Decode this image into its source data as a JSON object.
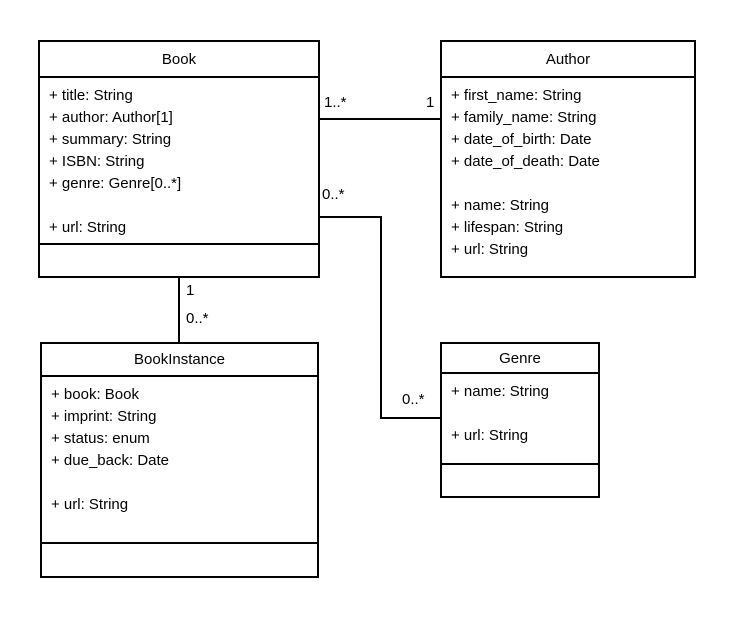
{
  "diagram": {
    "kind": "uml-class-diagram",
    "colors": {
      "background": "#ffffff",
      "stroke": "#000000",
      "text": "#000000"
    },
    "classes": {
      "book": {
        "title": "Book",
        "attributes": [
          "+ title: String",
          "+ author: Author[1]",
          "+ summary: String",
          "+ ISBN: String",
          "+ genre: Genre[0..*]",
          "",
          "+ url: String"
        ]
      },
      "author": {
        "title": "Author",
        "attributes": [
          "+ first_name: String",
          "+ family_name: String",
          "+ date_of_birth: Date",
          "+ date_of_death: Date",
          "",
          "+ name: String",
          "+ lifespan: String",
          "+ url: String"
        ]
      },
      "bookinstance": {
        "title": "BookInstance",
        "attributes": [
          "+ book: Book",
          "+ imprint: String",
          "+ status: enum",
          "+ due_back: Date",
          "",
          "+ url: String"
        ]
      },
      "genre": {
        "title": "Genre",
        "attributes": [
          "+ name: String",
          "",
          "+ url: String"
        ]
      }
    },
    "relationships": [
      {
        "from": "Book",
        "to": "Author",
        "from_multiplicity": "1..*",
        "to_multiplicity": "1"
      },
      {
        "from": "Book",
        "to": "Genre",
        "from_multiplicity": "0..*",
        "to_multiplicity": "0..*"
      },
      {
        "from": "Book",
        "to": "BookInstance",
        "from_multiplicity": "1",
        "to_multiplicity": "0..*"
      }
    ]
  }
}
